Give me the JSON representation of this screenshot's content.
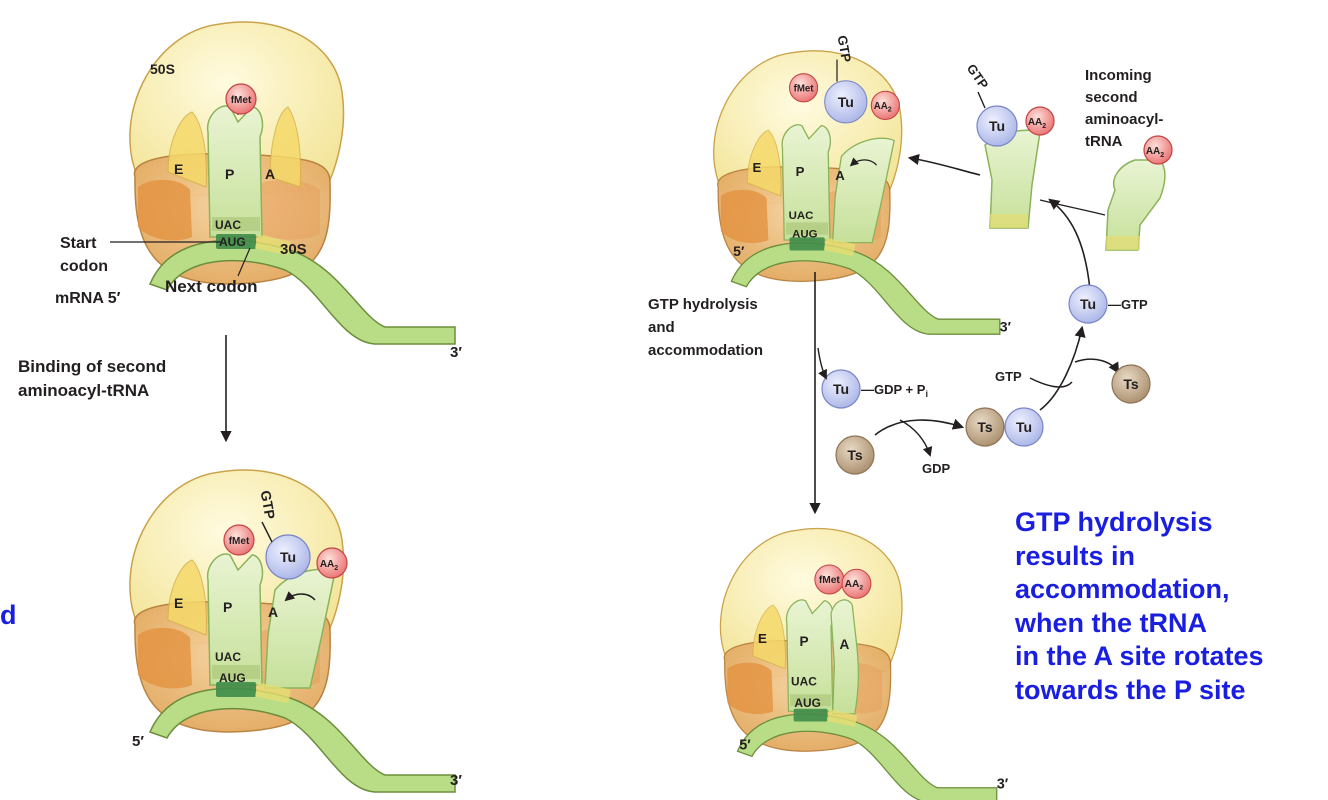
{
  "ribosome_labels": {
    "large_subunit": "50S",
    "small_subunit": "30S",
    "site_e": "E",
    "site_p": "P",
    "site_a": "A",
    "anticodon": "UAC",
    "codon": "AUG",
    "five_prime": "5′",
    "three_prime": "3′",
    "mrna_five_prime": "mRNA 5′"
  },
  "molecules": {
    "fmet": "fMet",
    "aa2_base": "AA",
    "aa2_sub": "2",
    "tu": "Tu",
    "ts": "Ts",
    "gtp": "GTP"
  },
  "annotations": {
    "start_codon_line1": "Start",
    "start_codon_line2": "codon",
    "next_codon": "Next codon",
    "binding_line1": "Binding of second",
    "binding_line2": "aminoacyl-tRNA",
    "hydrolysis_line1": "GTP hydrolysis",
    "hydrolysis_line2": "and",
    "hydrolysis_line3": "accommodation",
    "incoming_line1": "Incoming",
    "incoming_line2": "second",
    "incoming_line3": "aminoacyl-",
    "incoming_line4": "tRNA",
    "tu_gtp": "—GTP",
    "tu_gdp_pi": "—GDP + P",
    "pi_sub": "i",
    "gdp": "GDP",
    "gtp_in": "GTP"
  },
  "caption": {
    "lines": [
      "GTP hydrolysis",
      "results in",
      "accommodation,",
      "when the tRNA",
      "in the A site rotates",
      "towards the P site"
    ],
    "cut_off_letter": "d",
    "color": "#1a1ee0"
  },
  "colors": {
    "large_subunit": "#f7efb0",
    "small_subunit": "#e8b46c",
    "mrna": "#b9dd87",
    "trna": "#d8ebb7",
    "tu": "#c5cdf0",
    "ts": "#c4a98a",
    "aa": "#ee8080",
    "caption": "#1a1ee0"
  }
}
